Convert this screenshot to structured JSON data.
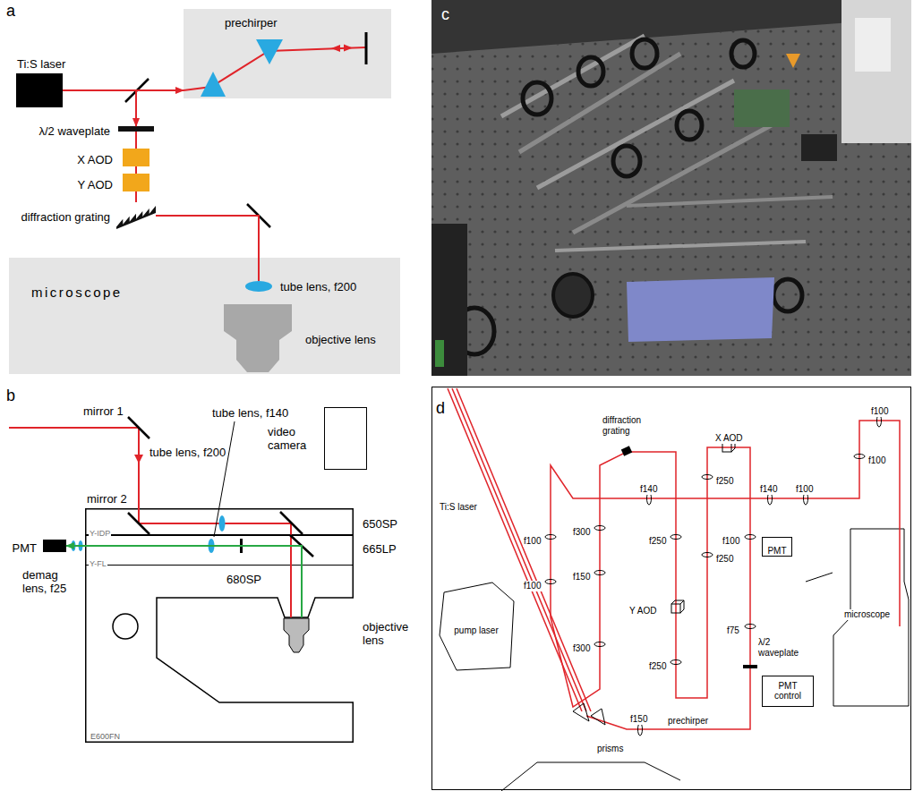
{
  "diagram": {
    "nodes": [
      {
        "text": [
          "prechirper"
        ]
      },
      {
        "text": [
          "Ti:S laser"
        ]
      },
      {
        "text": [
          "λ/2 waveplate"
        ]
      },
      {
        "text": [
          "X AOD"
        ]
      },
      {
        "text": [
          "Y AOD"
        ]
      },
      {
        "text": [
          "diffraction grating"
        ]
      },
      {
        "text": [
          "microscope"
        ]
      },
      {
        "text": [
          "tube lens, f200"
        ],
        "in": 6
      },
      {
        "text": [
          "objective lens"
        ],
        "in": 6
      },
      {
        "text": [
          "video camera"
        ]
      },
      {
        "text": [
          "E600FN"
        ]
      },
      {
        "text": [
          "Y-IDP"
        ],
        "in": 10
      },
      {
        "text": [
          "Y-FL"
        ],
        "in": 10
      },
      {
        "text": [
          "objective lens"
        ]
      },
      {
        "text": [
          "PMT"
        ]
      },
      {
        "text": [
          "pump laser"
        ]
      },
      {
        "text": [
          "PMT"
        ]
      },
      {
        "text": [
          "PMT control"
        ]
      },
      {
        "text": [
          "microscope"
        ]
      }
    ],
    "edges": [
      {
        "from": 1,
        "to": 0,
        "arrow": "to"
      },
      {
        "from": 0,
        "to": 2,
        "arrow": "to"
      },
      {
        "from": 2,
        "to": 3,
        "arrow": "none"
      },
      {
        "from": 3,
        "to": 4,
        "arrow": "none"
      },
      {
        "from": 4,
        "to": 5,
        "arrow": "none"
      },
      {
        "from": 5,
        "to": 7,
        "arrow": "none"
      },
      {
        "from": 13,
        "to": 14,
        "arrow": "to"
      }
    ],
    "labels": [
      "a",
      "b",
      "c",
      "d",
      "mirror 1",
      "tube lens, f200",
      "tube lens, f140",
      "mirror 2",
      "650SP",
      "665LP",
      "680SP",
      "demag lens, f25",
      "Ti:S laser",
      "diffraction grating",
      "f100",
      "f100",
      "f300",
      "f150",
      "f300",
      "f140",
      "f250",
      "f250",
      "f250",
      "f250",
      "X AOD",
      "Y AOD",
      "f140",
      "f100",
      "f100",
      "f75",
      "λ/2 waveplate",
      "f100",
      "f100",
      "f150",
      "prechirper",
      "prisms"
    ]
  }
}
